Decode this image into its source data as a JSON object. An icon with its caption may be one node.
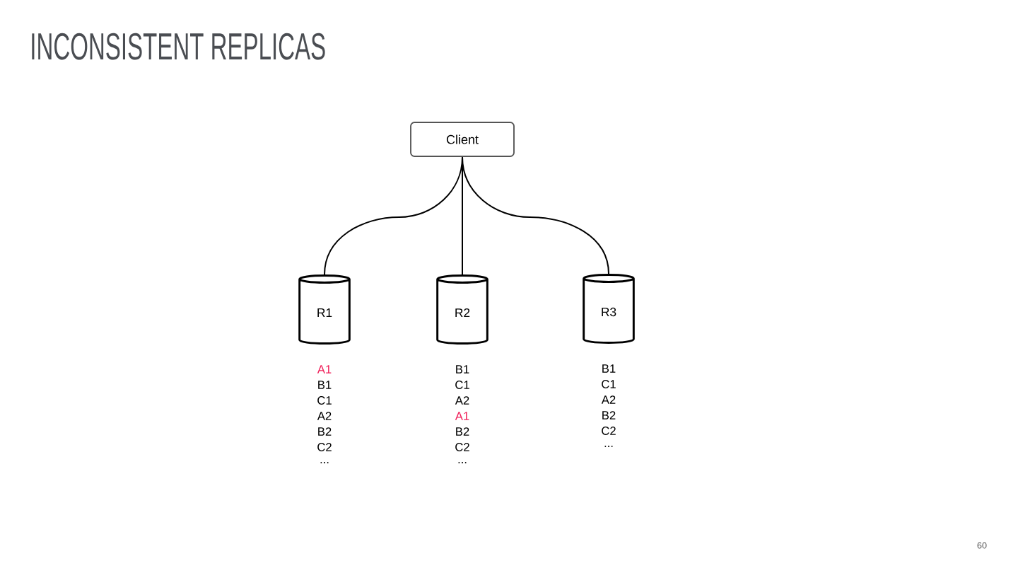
{
  "diagram": {
    "title": "INCONSISTENT REPLICAS",
    "nodes": [
      {
        "text": [
          "Client"
        ]
      },
      {
        "text": [
          "R1"
        ],
        "beside": [
          "A1",
          "B1",
          "C1",
          "A2",
          "B2",
          "C2",
          "..."
        ]
      },
      {
        "text": [
          "R2"
        ],
        "beside": [
          "B1",
          "C1",
          "A2",
          "A1",
          "B2",
          "C2",
          "..."
        ]
      },
      {
        "text": [
          "R3"
        ],
        "beside": [
          "B1",
          "C1",
          "A2",
          "B2",
          "C2",
          "..."
        ]
      }
    ],
    "edges": [
      {
        "from": 0,
        "to": 1,
        "arrow": "none"
      },
      {
        "from": 0,
        "to": 2,
        "arrow": "none"
      },
      {
        "from": 0,
        "to": 3,
        "arrow": "none"
      }
    ],
    "labels": [
      "60"
    ]
  }
}
